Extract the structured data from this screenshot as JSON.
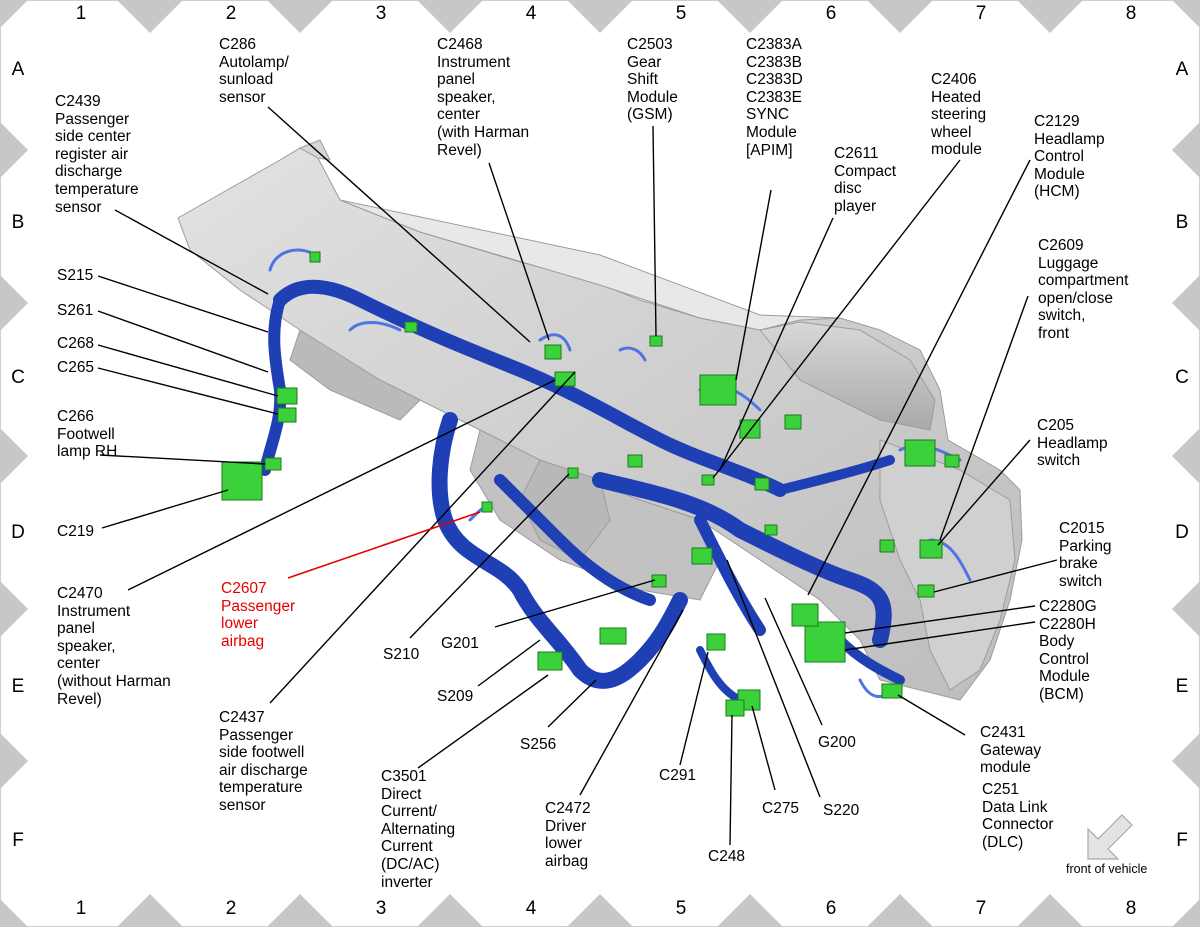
{
  "grid": {
    "columns": [
      "1",
      "2",
      "3",
      "4",
      "5",
      "6",
      "7",
      "8"
    ],
    "rows": [
      "A",
      "B",
      "C",
      "D",
      "E",
      "F"
    ]
  },
  "labels": {
    "c286": "C286\nAutolamp/\nsunload\nsensor",
    "c2468": "C2468\nInstrument\npanel\nspeaker,\ncenter\n(with Harman\nRevel)",
    "c2503": "C2503\nGear\nShift\nModule\n(GSM)",
    "c2383": "C2383A\nC2383B\nC2383D\nC2383E\nSYNC\nModule\n[APIM]",
    "c2406": "C2406\nHeated\nsteering\nwheel\nmodule",
    "c2129": "C2129\nHeadlamp\nControl\nModule\n(HCM)",
    "c2439": "C2439\nPassenger\nside center\nregister air\ndischarge\ntemperature\nsensor",
    "c2611": "C2611\nCompact\ndisc\nplayer",
    "c2609": "C2609\nLuggage\ncompartment\nopen/close\nswitch,\nfront",
    "s215": "S215",
    "s261": "S261",
    "c268": "C268",
    "c265": "C265",
    "c266": "C266\nFootwell\nlamp RH",
    "c219": "C219",
    "c205": "C205\nHeadlamp\nswitch",
    "c2015": "C2015\nParking\nbrake\nswitch",
    "c2470": "C2470\nInstrument\npanel\nspeaker,\ncenter\n(without Harman\nRevel)",
    "c2607": "C2607\nPassenger\nlower\nairbag",
    "s210": "S210",
    "g201": "G201",
    "c2280": "C2280G\nC2280H\nBody\nControl\nModule\n(BCM)",
    "s209": "S209",
    "s256": "S256",
    "c2437": "C2437\nPassenger\nside footwell\nair discharge\ntemperature\nsensor",
    "g200": "G200",
    "c2431": "C2431\nGateway\nmodule",
    "c3501": "C3501\nDirect\nCurrent/\nAlternating\nCurrent\n(DC/AC)\ninverter",
    "c291": "C291",
    "c2472": "C2472\nDriver\nlower\nairbag",
    "c275": "C275",
    "s220": "S220",
    "c251": "C251\nData Link\nConnector\n(DLC)",
    "c248": "C248"
  },
  "front_of_vehicle": "front of vehicle",
  "colors": {
    "harness": "#1f3fb4",
    "harness_highlight": "#4f74e6",
    "connector": "#3bd13b",
    "dash": "#c9c9c9",
    "highlight_label": "#e60000",
    "border_triangles": "#c7c7c7"
  }
}
